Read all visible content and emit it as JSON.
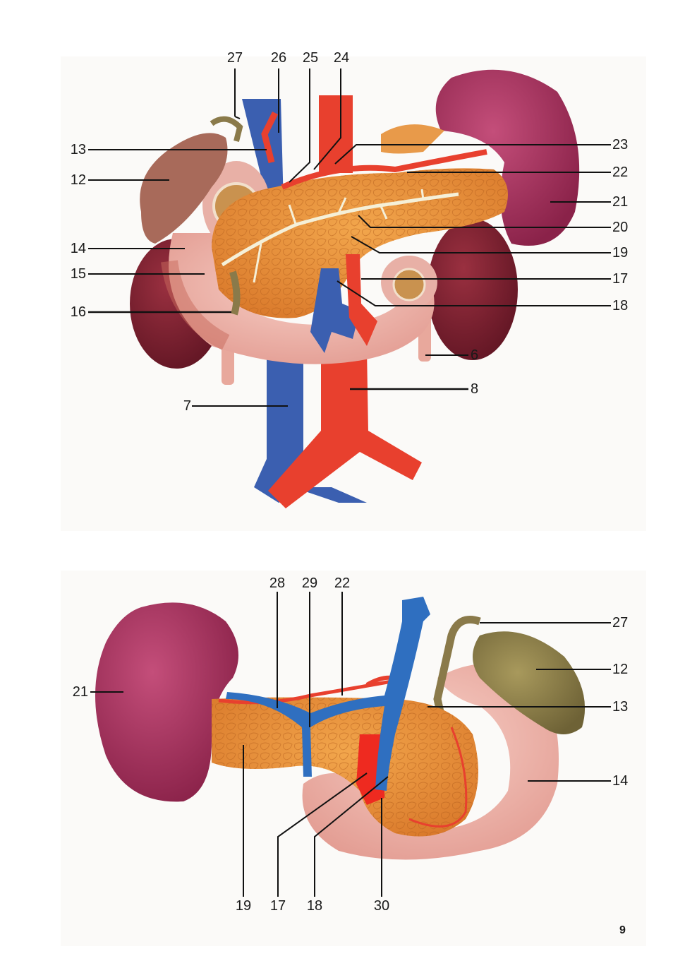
{
  "figure_top": {
    "top_labels": [
      "27",
      "26",
      "25",
      "24"
    ],
    "left_labels": [
      "13",
      "12",
      "14",
      "15",
      "16",
      "7"
    ],
    "right_labels": [
      "23",
      "22",
      "21",
      "20",
      "19",
      "17",
      "18",
      "6",
      "8"
    ]
  },
  "figure_bottom": {
    "top_labels": [
      "28",
      "29",
      "22"
    ],
    "left_labels": [
      "21"
    ],
    "right_labels": [
      "27",
      "12",
      "13",
      "14"
    ],
    "bottom_labels": [
      "19",
      "17",
      "18",
      "30"
    ]
  },
  "page_number": "9",
  "colors": {
    "artery": "#e8402e",
    "vein": "#3b5fb0",
    "pancreas": "#e8923a",
    "spleen": "#a8315e",
    "kidney": "#7d1f2e",
    "duodenum": "#f0b7ad",
    "gallbladder": "#8a7a4a",
    "duct": "#f5f0d8"
  }
}
